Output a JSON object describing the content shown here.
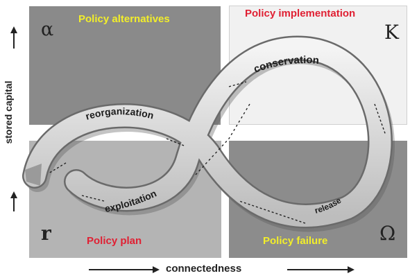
{
  "quadrants": {
    "top_left": {
      "label": "Policy alternatives",
      "symbol": "α",
      "label_color": "#f2ee2a"
    },
    "top_right": {
      "label": "Policy implementation",
      "symbol": "K",
      "label_color": "#e02033"
    },
    "bottom_left": {
      "label": "Policy plan",
      "symbol": "r",
      "label_color": "#e02033"
    },
    "bottom_right": {
      "label": "Policy failure",
      "symbol": "Ω",
      "label_color": "#f2ee2a"
    }
  },
  "axes": {
    "y_label": "stored capital",
    "x_label": "connectedness"
  },
  "loop_phases": {
    "conservation": "conservation",
    "reorganization": "reorganization",
    "exploitation": "exploitation",
    "release": "release"
  },
  "colors": {
    "quadrant_dark": "#8a8a8a",
    "quadrant_light": "#f1f1f1",
    "quadrant_mid": "#b4b4b4",
    "band_fill": "#e6e6e6"
  }
}
